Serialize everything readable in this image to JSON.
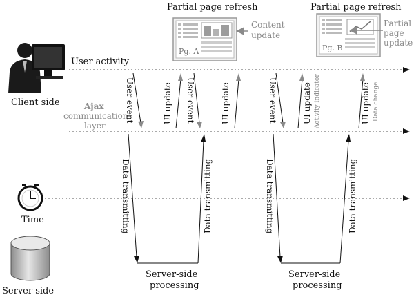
{
  "labels": {
    "client_side": "Client side",
    "user_activity": "User activity",
    "ajax": "Ajax",
    "communication": "communication",
    "layer": "layer",
    "time": "Time",
    "server_side": "Server side"
  },
  "refresh_a": {
    "title": "Partial page refresh",
    "page_label": "Pg. A",
    "note_line1": "Content",
    "note_line2": "update"
  },
  "refresh_b": {
    "title": "Partial page refresh",
    "page_label": "Pg. B",
    "note_line1": "Partial",
    "note_line2": "page",
    "note_line3": "update"
  },
  "events": {
    "user_event": "User event",
    "ui_update": "UI update",
    "activity_indicator": "Activity indicator",
    "data_change": "Data change",
    "data_transmitting": "Data transmitting"
  },
  "processing": {
    "line1": "Server-side",
    "line2": "processing"
  }
}
